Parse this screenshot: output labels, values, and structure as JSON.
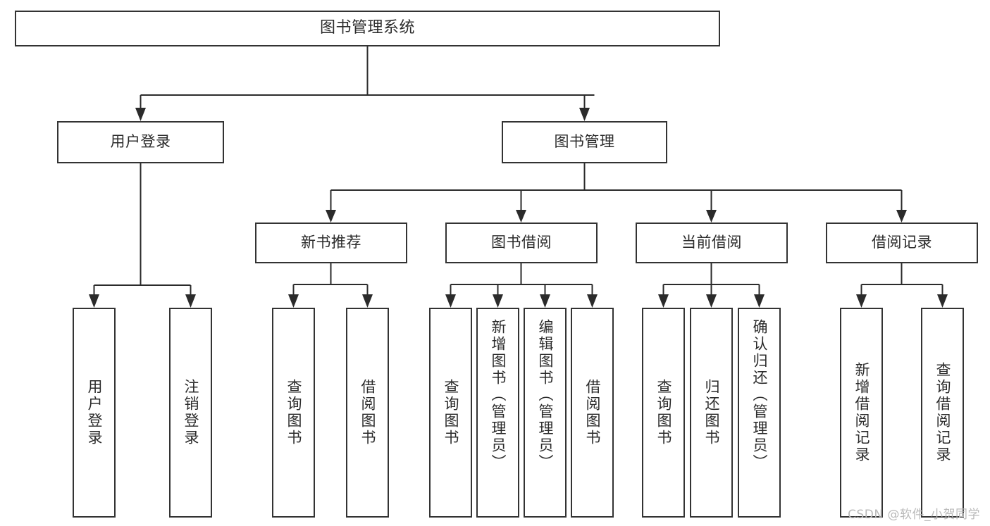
{
  "diagram": {
    "title": "图书管理系统",
    "type": "tree",
    "root": {
      "label": "图书管理系统"
    },
    "level2": [
      {
        "label": "用户登录"
      },
      {
        "label": "图书管理"
      }
    ],
    "level3": [
      {
        "label": "新书推荐"
      },
      {
        "label": "图书借阅"
      },
      {
        "label": "当前借阅"
      },
      {
        "label": "借阅记录"
      }
    ],
    "leaves": {
      "user_login": [
        {
          "label": "用户登录"
        },
        {
          "label": "注销登录"
        }
      ],
      "new_book_recommend": [
        {
          "label": "查询图书"
        },
        {
          "label": "借阅图书"
        }
      ],
      "book_borrow": [
        {
          "label": "查询图书"
        },
        {
          "label": "新增图书（管理员）"
        },
        {
          "label": "编辑图书（管理员）"
        },
        {
          "label": "借阅图书"
        }
      ],
      "current_borrow": [
        {
          "label": "查询图书"
        },
        {
          "label": "归还图书"
        },
        {
          "label": "确认归还（管理员）"
        }
      ],
      "borrow_record": [
        {
          "label": "新增借阅记录"
        },
        {
          "label": "查询借阅记录"
        }
      ]
    }
  },
  "watermark": {
    "text": "CSDN @软件_小贺同学"
  },
  "colors": {
    "box_border": "#333333",
    "box_fill": "#ffffff",
    "connector": "#2b2b2b",
    "text": "#2b2b2b",
    "watermark": "#b9b9b9",
    "background": "#ffffff"
  }
}
